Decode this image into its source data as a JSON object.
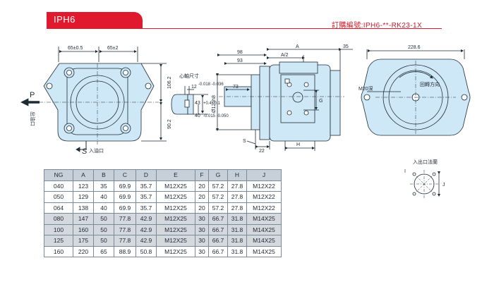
{
  "header": {
    "model": "IPH6",
    "order_code": "訂購編號:IPH6-**-RK23-1X"
  },
  "front_view": {
    "dim_top_left": "65±0.5",
    "dim_top_right": "65±2",
    "dim_right_upper": "106.2",
    "dim_right_lower": "90.2",
    "port_p": "P",
    "port_label": "出油口",
    "port_s": "S",
    "suction_label": "入油口"
  },
  "shaft_detail": {
    "title": "心軸尺寸",
    "dim_12": "12",
    "dim_12_tol": "-0.018 -0.036",
    "dim_43": "43",
    "dim_43_tol": "+0.4 -0.1",
    "dim_40": "40",
    "dim_40_tol": "-0.015 -0.050"
  },
  "side_view": {
    "dim_A": "A",
    "dim_35": "35",
    "dim_98": "98",
    "dim_93": "93",
    "dim_A2": "A/2",
    "dim_73": "73",
    "dim_shaft": "Ø125h8",
    "dim_G": "G",
    "dim_S": "S",
    "dim_22": "22",
    "dim_H": "H"
  },
  "rear_view": {
    "dim_width": "228.6",
    "rotation_label": "回轉方向",
    "bolt_label": "M20深"
  },
  "port_detail": {
    "title": "入出口法蘭",
    "dim_I": "I",
    "dim_J": "J"
  },
  "table": {
    "headers": [
      "NG",
      "A",
      "B",
      "C",
      "D",
      "E",
      "F",
      "G",
      "H",
      "J"
    ],
    "rows": [
      [
        "040",
        "123",
        "35",
        "69.9",
        "35.7",
        "M12X25",
        "20",
        "57.2",
        "27.8",
        "M12X22"
      ],
      [
        "050",
        "129",
        "40",
        "69.9",
        "35.7",
        "M12X25",
        "20",
        "57.2",
        "27.8",
        "M12X22"
      ],
      [
        "064",
        "138",
        "40",
        "69.9",
        "35.7",
        "M12X25",
        "20",
        "57.2",
        "27.8",
        "M12X22"
      ],
      [
        "080",
        "147",
        "50",
        "77.8",
        "42.9",
        "M12X25",
        "30",
        "66.7",
        "31.8",
        "M14X25"
      ],
      [
        "100",
        "160",
        "50",
        "77.8",
        "42.9",
        "M12X25",
        "30",
        "66.7",
        "31.8",
        "M14X25"
      ],
      [
        "125",
        "175",
        "50",
        "77.8",
        "42.9",
        "M12X25",
        "30",
        "66.7",
        "31.8",
        "M14X25"
      ],
      [
        "160",
        "220",
        "65",
        "88.9",
        "50.8",
        "M12X25",
        "30",
        "66.7",
        "31.8",
        "M14X25"
      ]
    ]
  },
  "colors": {
    "accent": "#e0192f",
    "body_fill": "#cfe8f7",
    "line": "#1e2a34"
  }
}
